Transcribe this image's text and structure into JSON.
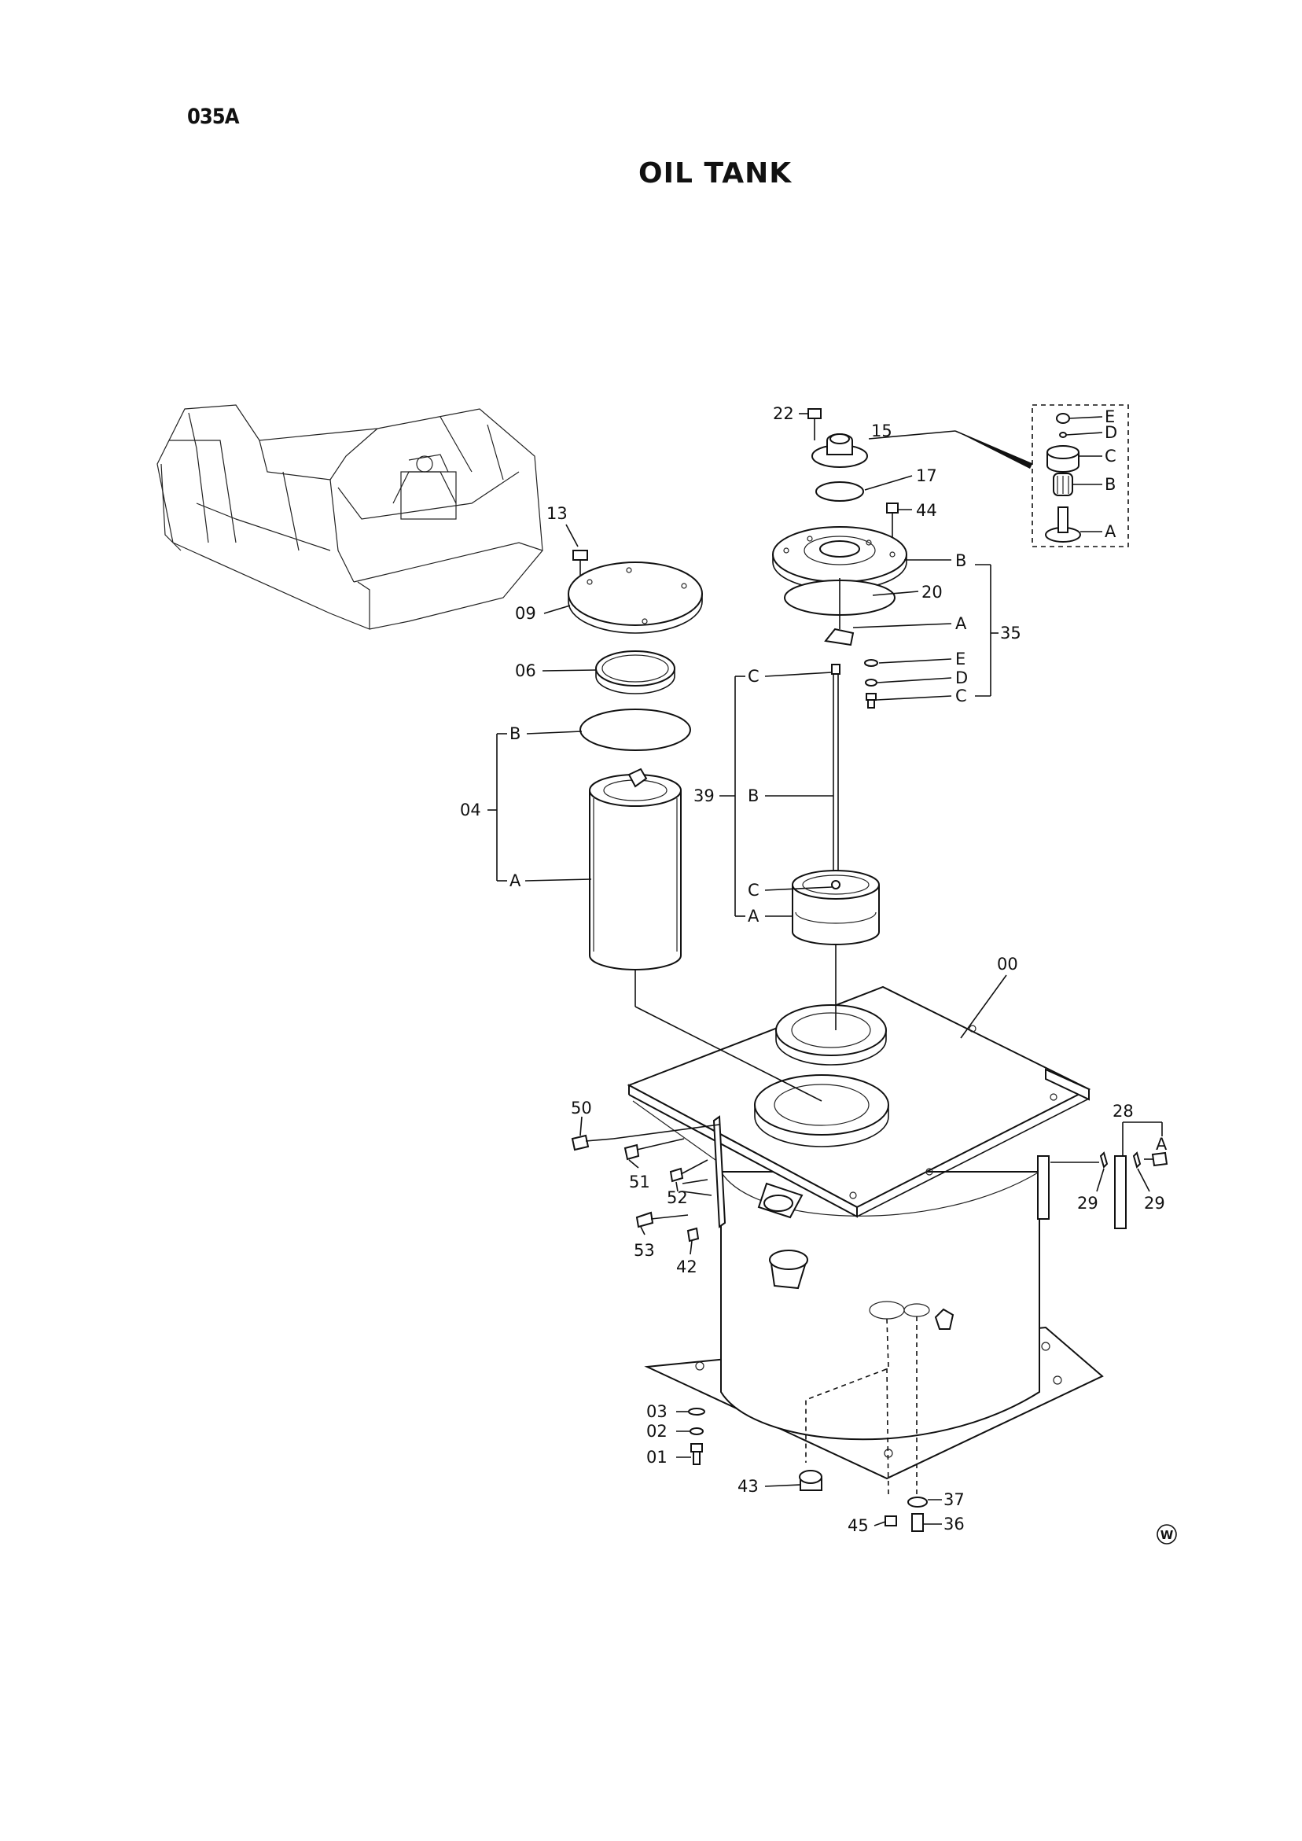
{
  "header": {
    "page_code": "035A",
    "title": "OIL TANK"
  },
  "callouts": {
    "c22": "22",
    "c15": "15",
    "c17": "17",
    "c44": "44",
    "c13": "13",
    "c09": "09",
    "c20": "20",
    "c35": "35",
    "c06": "06",
    "c04": "04",
    "c39": "39",
    "c00": "00",
    "c50": "50",
    "c51": "51",
    "c52": "52",
    "c53": "53",
    "c42": "42",
    "c28": "28",
    "c29a": "29",
    "c29b": "29",
    "c03": "03",
    "c02": "02",
    "c01": "01",
    "c43": "43",
    "c37": "37",
    "c45": "45",
    "c36": "36",
    "i15_E": "E",
    "i15_D": "D",
    "i15_C": "C",
    "i15_B": "B",
    "i15_A": "A",
    "b35_B": "B",
    "b35_A": "A",
    "b35_E": "E",
    "b35_D": "D",
    "b35_C": "C",
    "b04_B": "B",
    "b04_A": "A",
    "b39_C1": "C",
    "b39_B": "B",
    "b39_C2": "C",
    "b39_A": "A",
    "b28_A": "A"
  },
  "footer": {
    "mark": "W"
  }
}
